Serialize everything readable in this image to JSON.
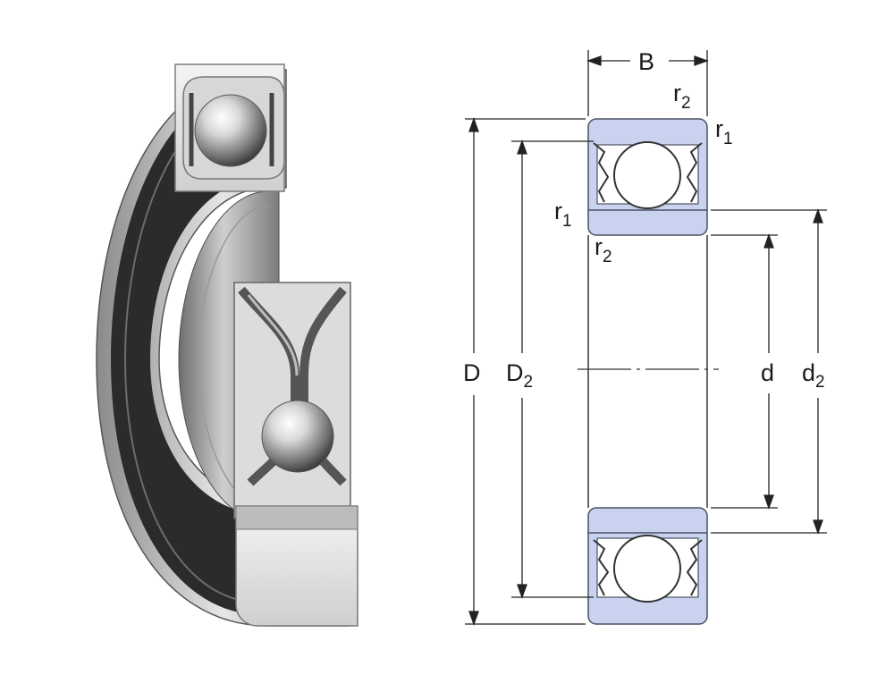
{
  "labels": {
    "width": "B",
    "outer_diameter": "D",
    "shoulder_outer": "D",
    "shoulder_outer_sub": "2",
    "bore": "d",
    "shoulder_inner": "d",
    "shoulder_inner_sub": "2",
    "radius_top_left": "r",
    "radius_top_left_sub": "2",
    "radius_top_right": "r",
    "radius_top_right_sub": "1",
    "radius_mid_left": "r",
    "radius_mid_left_sub": "1",
    "radius_mid_bottom": "r",
    "radius_mid_bottom_sub": "2"
  },
  "colors": {
    "ring_fill": "#c9d3ef",
    "ring_stroke": "#4a4f63",
    "dimension_line": "#222222",
    "dark_seal": "#2b2b2b",
    "steel_light": "#e9e9e9",
    "steel_mid": "#a9a9a9"
  },
  "icons": {
    "product_render": "bearing-render-illustration",
    "cross_section": "bearing-cross-section-drawing"
  }
}
